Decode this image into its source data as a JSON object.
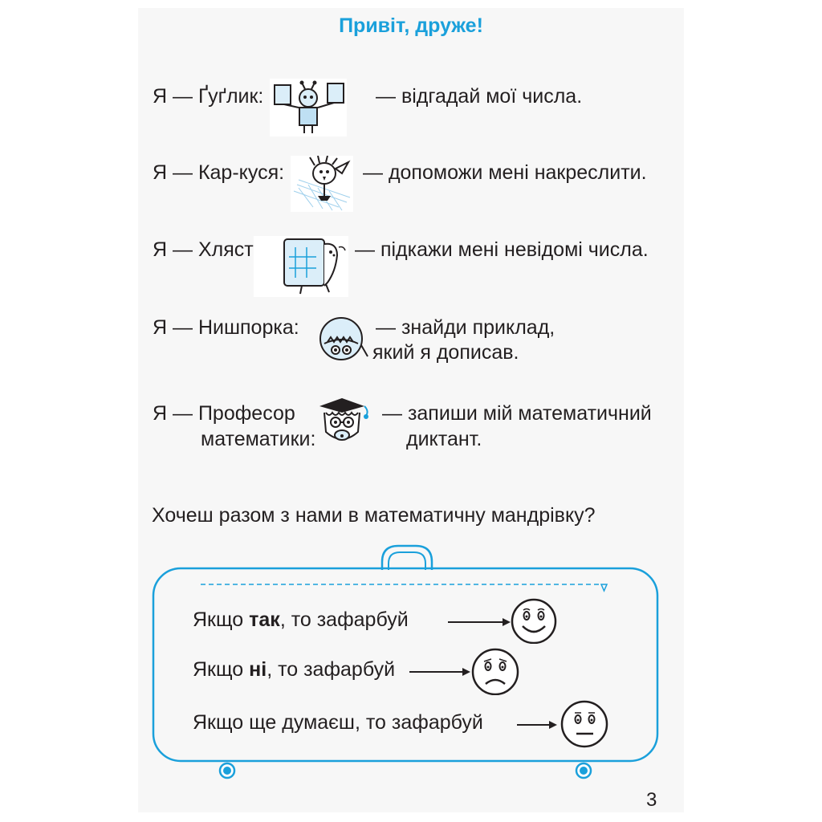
{
  "page": {
    "title": "Привіт, друже!",
    "number": "3"
  },
  "characters": [
    {
      "prefix": "Я — Ґуґлик:",
      "text": "— відгадай мої числа.",
      "icon": "guglyk-robot-icon"
    },
    {
      "prefix": "Я — Кар-куся:",
      "text": "— допоможи мені накреслити.",
      "icon": "karkusia-bird-icon"
    },
    {
      "prefix": "Я — Хлястик:",
      "text": "— підкажи мені невідомі числа.",
      "icon": "khliastyk-notebook-icon"
    },
    {
      "prefix": "Я — Нишпорка:",
      "text_line1": "— знайди приклад,",
      "text_line2": "який я дописав.",
      "icon": "nyshporka-ball-icon"
    },
    {
      "prefix_line1": "Я — Професор",
      "prefix_line2": "математики:",
      "text_line1": "— запиши мій математичний",
      "text_line2": "диктант.",
      "icon": "professor-icon"
    }
  ],
  "question": "Хочеш разом з нами в математичну мандрівку?",
  "options": [
    {
      "pre": "Якщо ",
      "bold": "так",
      "post": ", то зафарбуй",
      "face": "happy-face-icon"
    },
    {
      "pre": "Якщо ",
      "bold": "ні",
      "post": ", то зафарбуй",
      "face": "sad-face-icon"
    },
    {
      "pre": "Якщо ще думаєш, то зафарбуй",
      "bold": "",
      "post": "",
      "face": "neutral-face-icon"
    }
  ],
  "colors": {
    "accent": "#1aa0db",
    "text": "#231f20",
    "page_bg": "#f7f7f7"
  }
}
